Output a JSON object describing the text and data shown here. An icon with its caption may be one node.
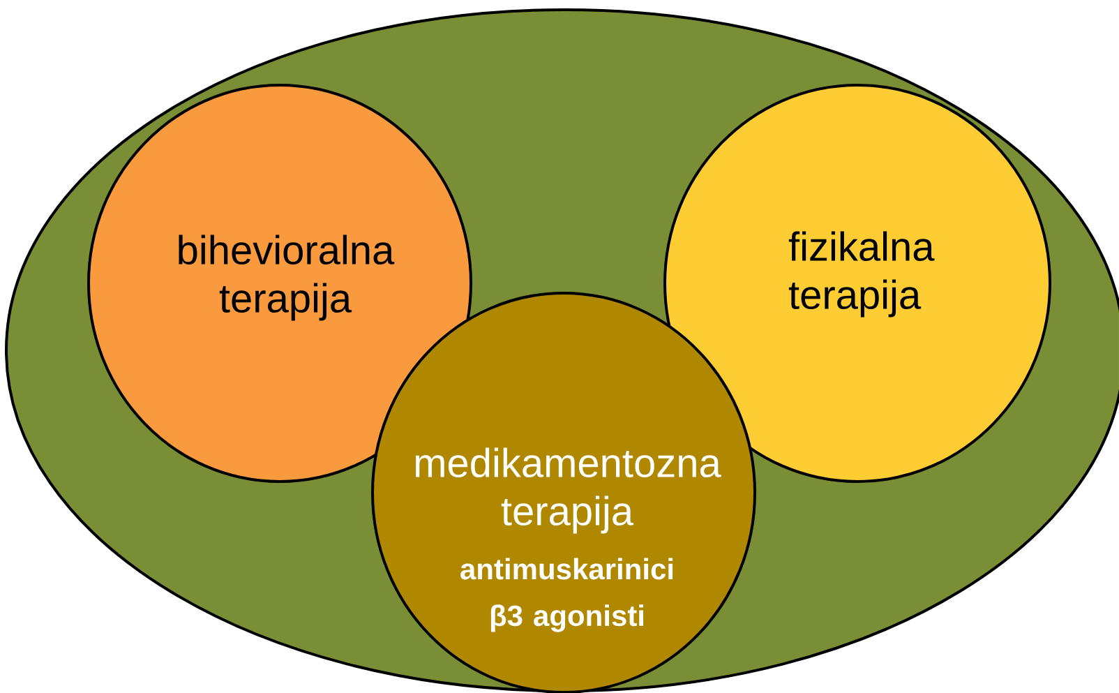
{
  "diagram": {
    "nodes": [
      {
        "text": [],
        "shape": "ellipse"
      },
      {
        "text": [
          "bihevioralna terapija"
        ],
        "in": 0
      },
      {
        "text": [
          "fizikalna terapija"
        ],
        "in": 0
      },
      {
        "text": [
          "medikamentozna terapija",
          "antimuskarinici",
          "β3 agonisti"
        ],
        "in": 0
      }
    ]
  }
}
